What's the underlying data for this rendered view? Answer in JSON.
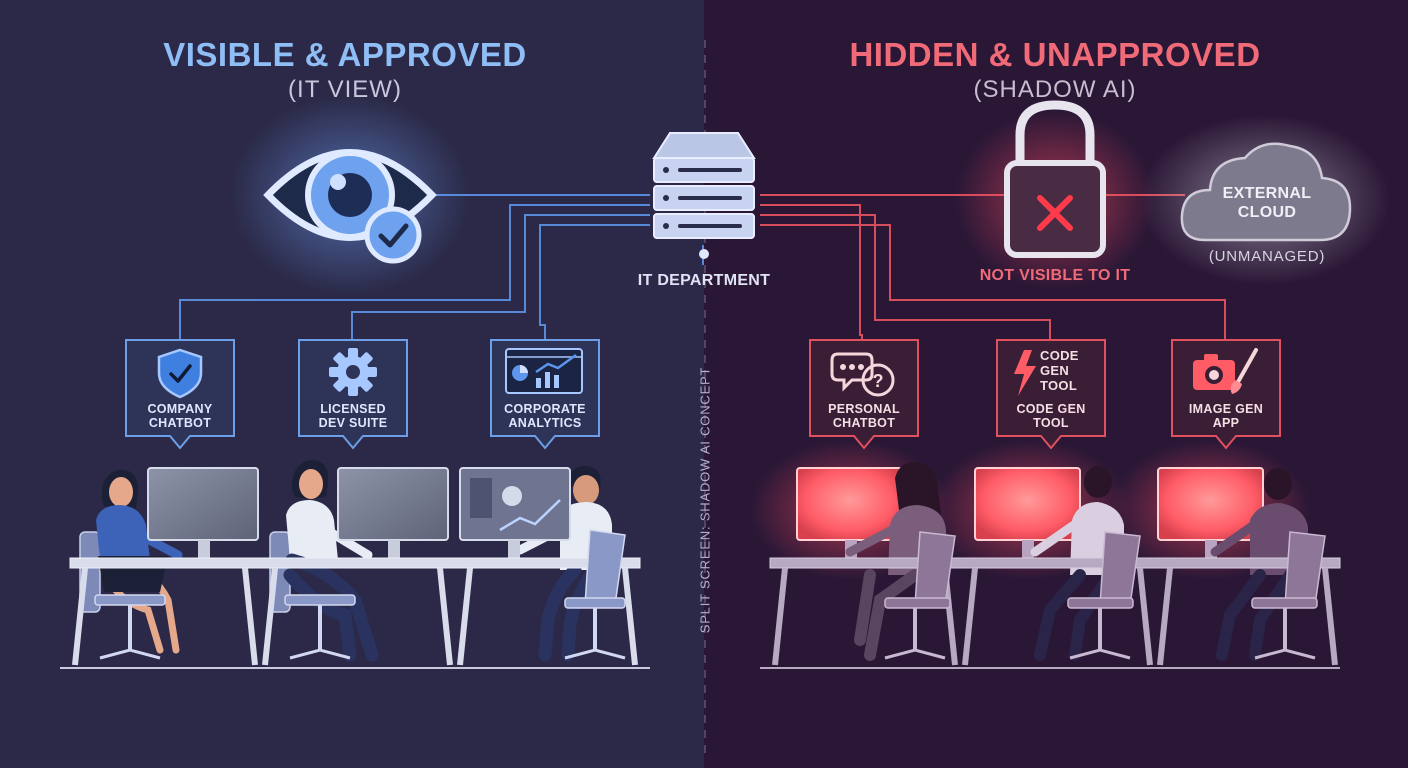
{
  "left": {
    "title": "VISIBLE & APPROVED",
    "subtitle": "(IT VIEW)",
    "tools": [
      {
        "label": "COMPANY\nCHATBOT",
        "icon": "shield-check-icon"
      },
      {
        "label": "LICENSED\nDEV SUITE",
        "icon": "gear-icon"
      },
      {
        "label": "CORPORATE\nANALYTICS",
        "icon": "analytics-dashboard-icon"
      }
    ]
  },
  "right": {
    "title": "HIDDEN & UNAPPROVED",
    "subtitle": "(SHADOW AI)",
    "lock_caption": "NOT VISIBLE TO IT",
    "cloud_label": "EXTERNAL\nCLOUD",
    "cloud_caption": "(UNMANAGED)",
    "tools": [
      {
        "label": "PERSONAL\nCHATBOT",
        "icon": "chat-bubbles-icon",
        "icon_text": ""
      },
      {
        "label": "CODE GEN\nTOOL",
        "icon": "lightning-icon",
        "icon_text": "CODE\nGEN\nTOOL"
      },
      {
        "label": "IMAGE GEN\nAPP",
        "icon": "camera-brush-icon",
        "icon_text": ""
      }
    ]
  },
  "center": {
    "server_label": "IT DEPARTMENT",
    "divider_text": "SPLIT SCREEN: SHADOW AI CONCEPT"
  },
  "colors": {
    "left_bg": "#2b2947",
    "right_bg": "#2a1736",
    "left_accent": "#7fb2f0",
    "right_accent": "#f06a78",
    "text_light": "#e6e4f2"
  }
}
